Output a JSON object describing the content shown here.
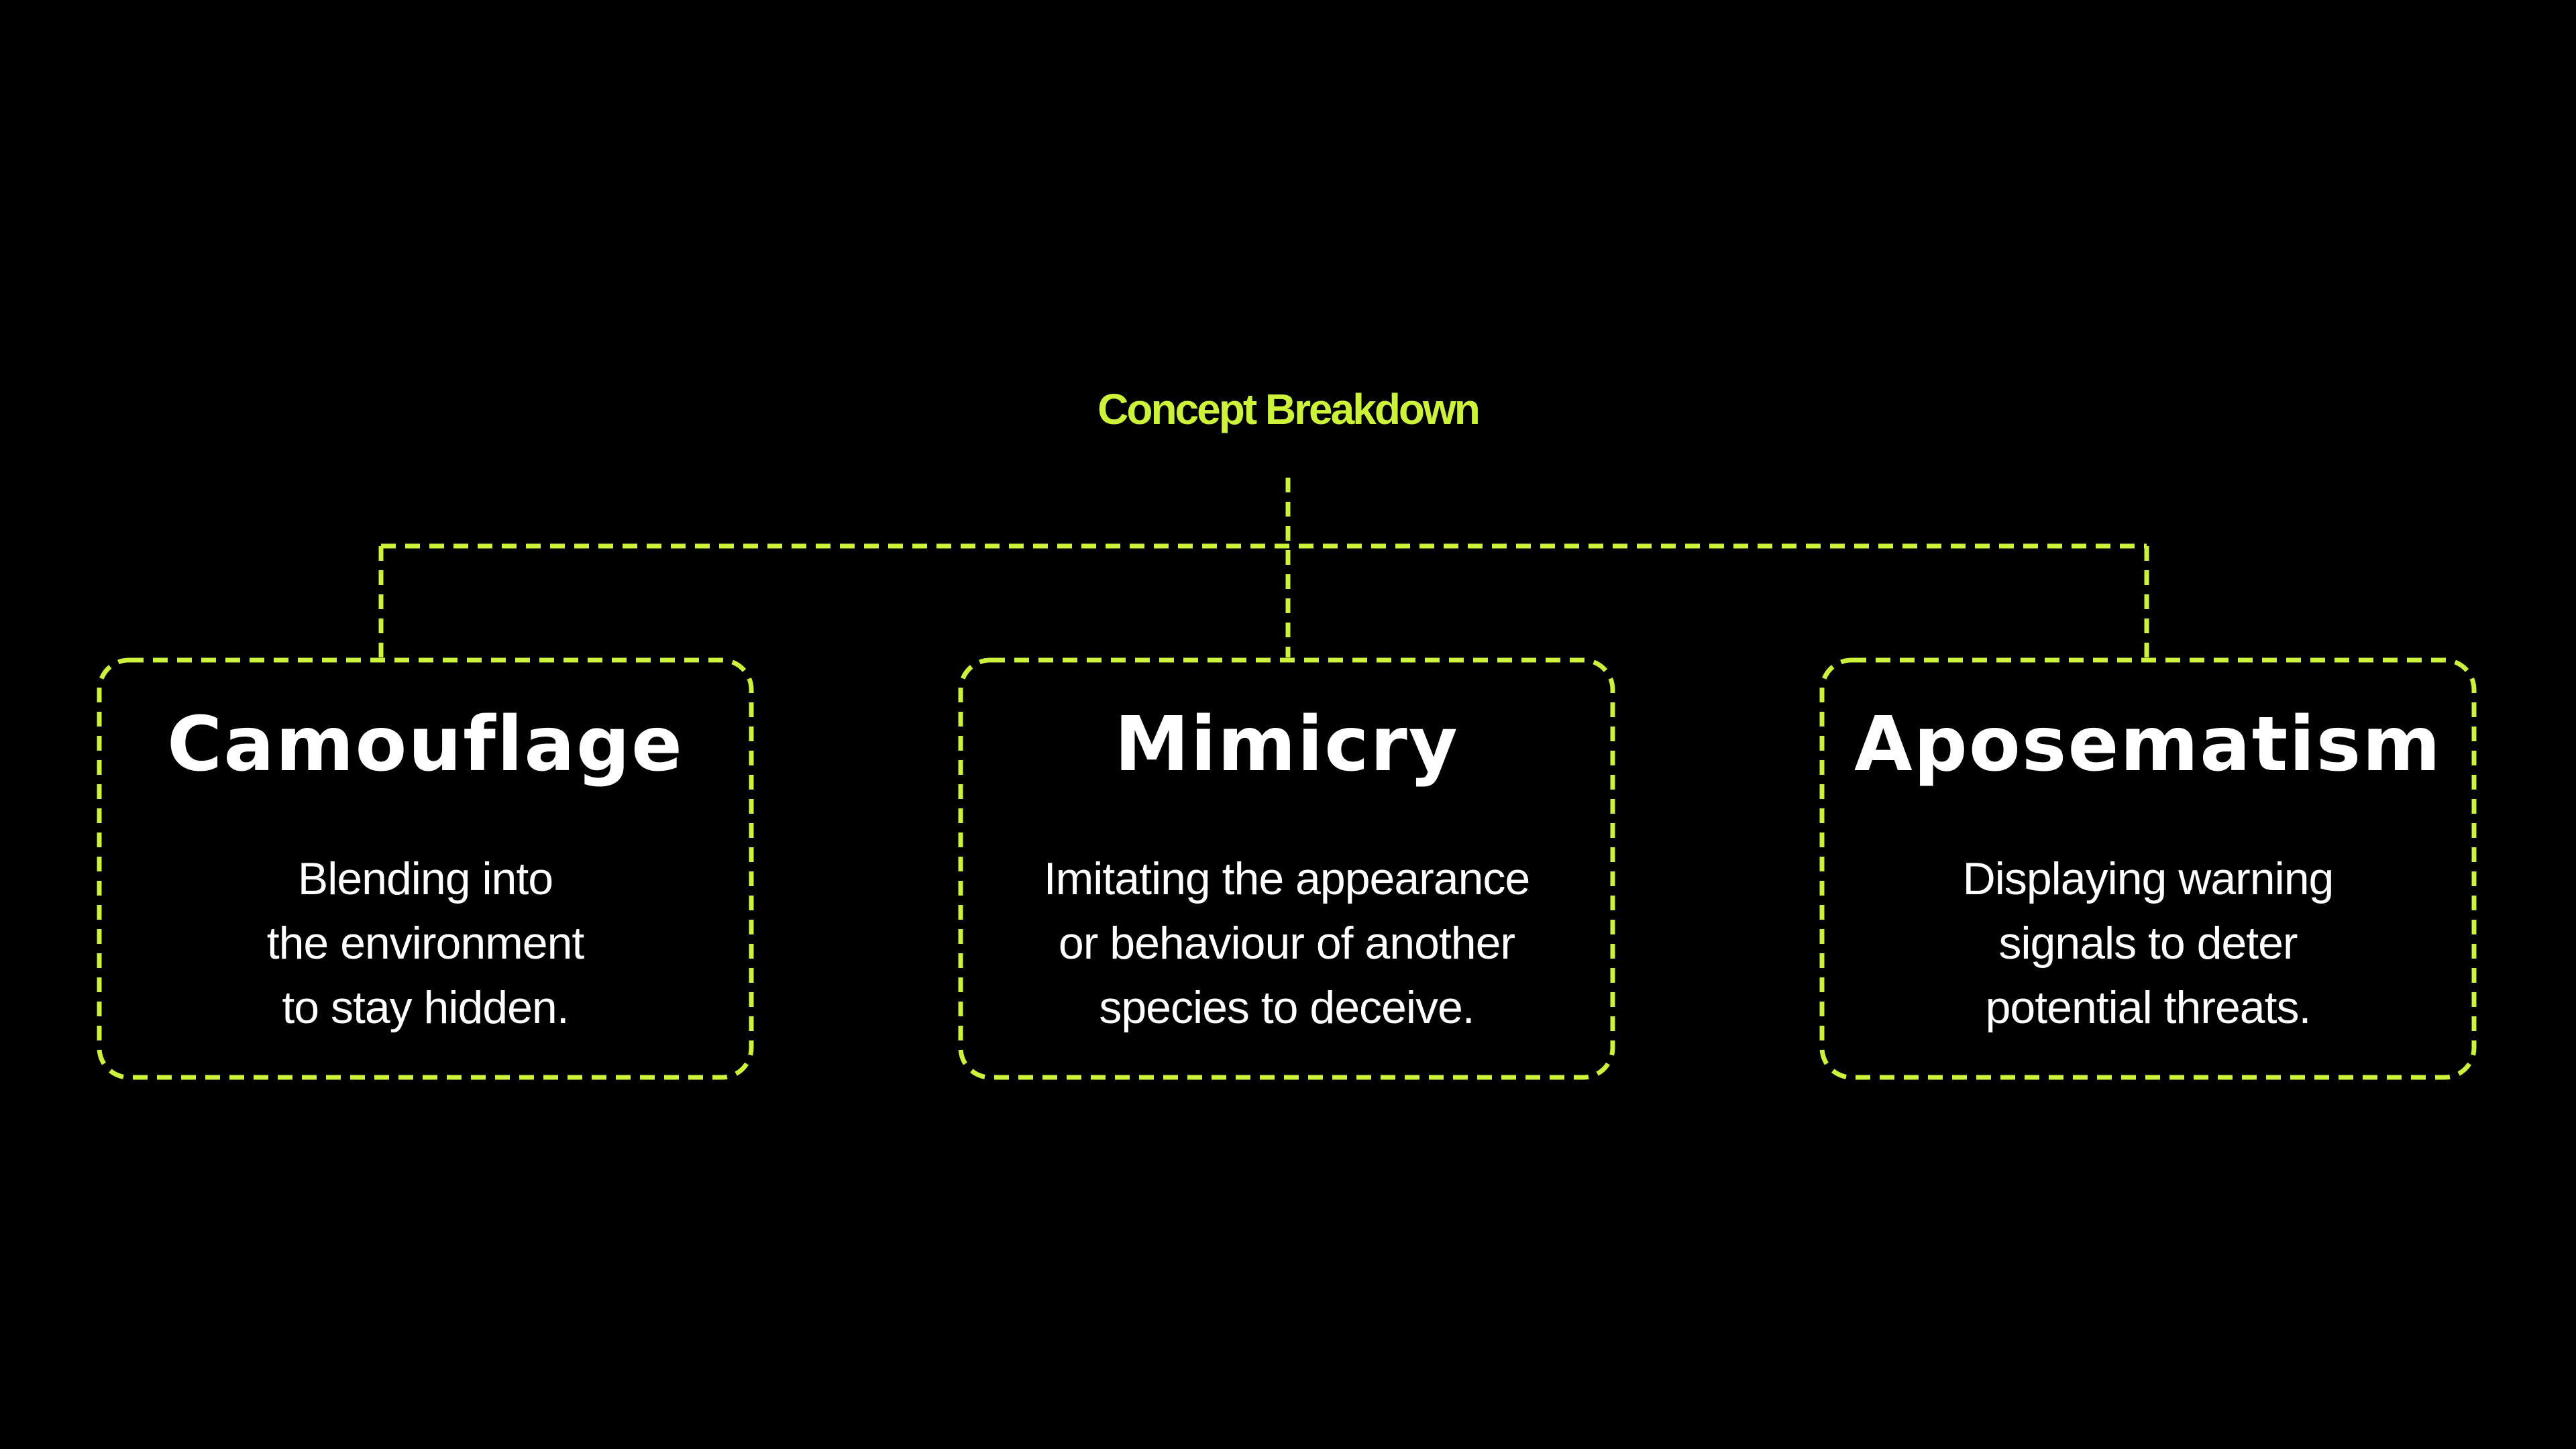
{
  "title": "Concept Breakdown",
  "accent_color": "#ccf23a",
  "background_color": "#000000",
  "cards": [
    {
      "heading": "Camouflage",
      "description": "Blending into\nthe environment\nto stay hidden."
    },
    {
      "heading": "Mimicry",
      "description": "Imitating the appearance\nor behaviour of another\nspecies to deceive."
    },
    {
      "heading": "Aposematism",
      "description": "Displaying warning\nsignals to deter\npotential threats."
    }
  ]
}
